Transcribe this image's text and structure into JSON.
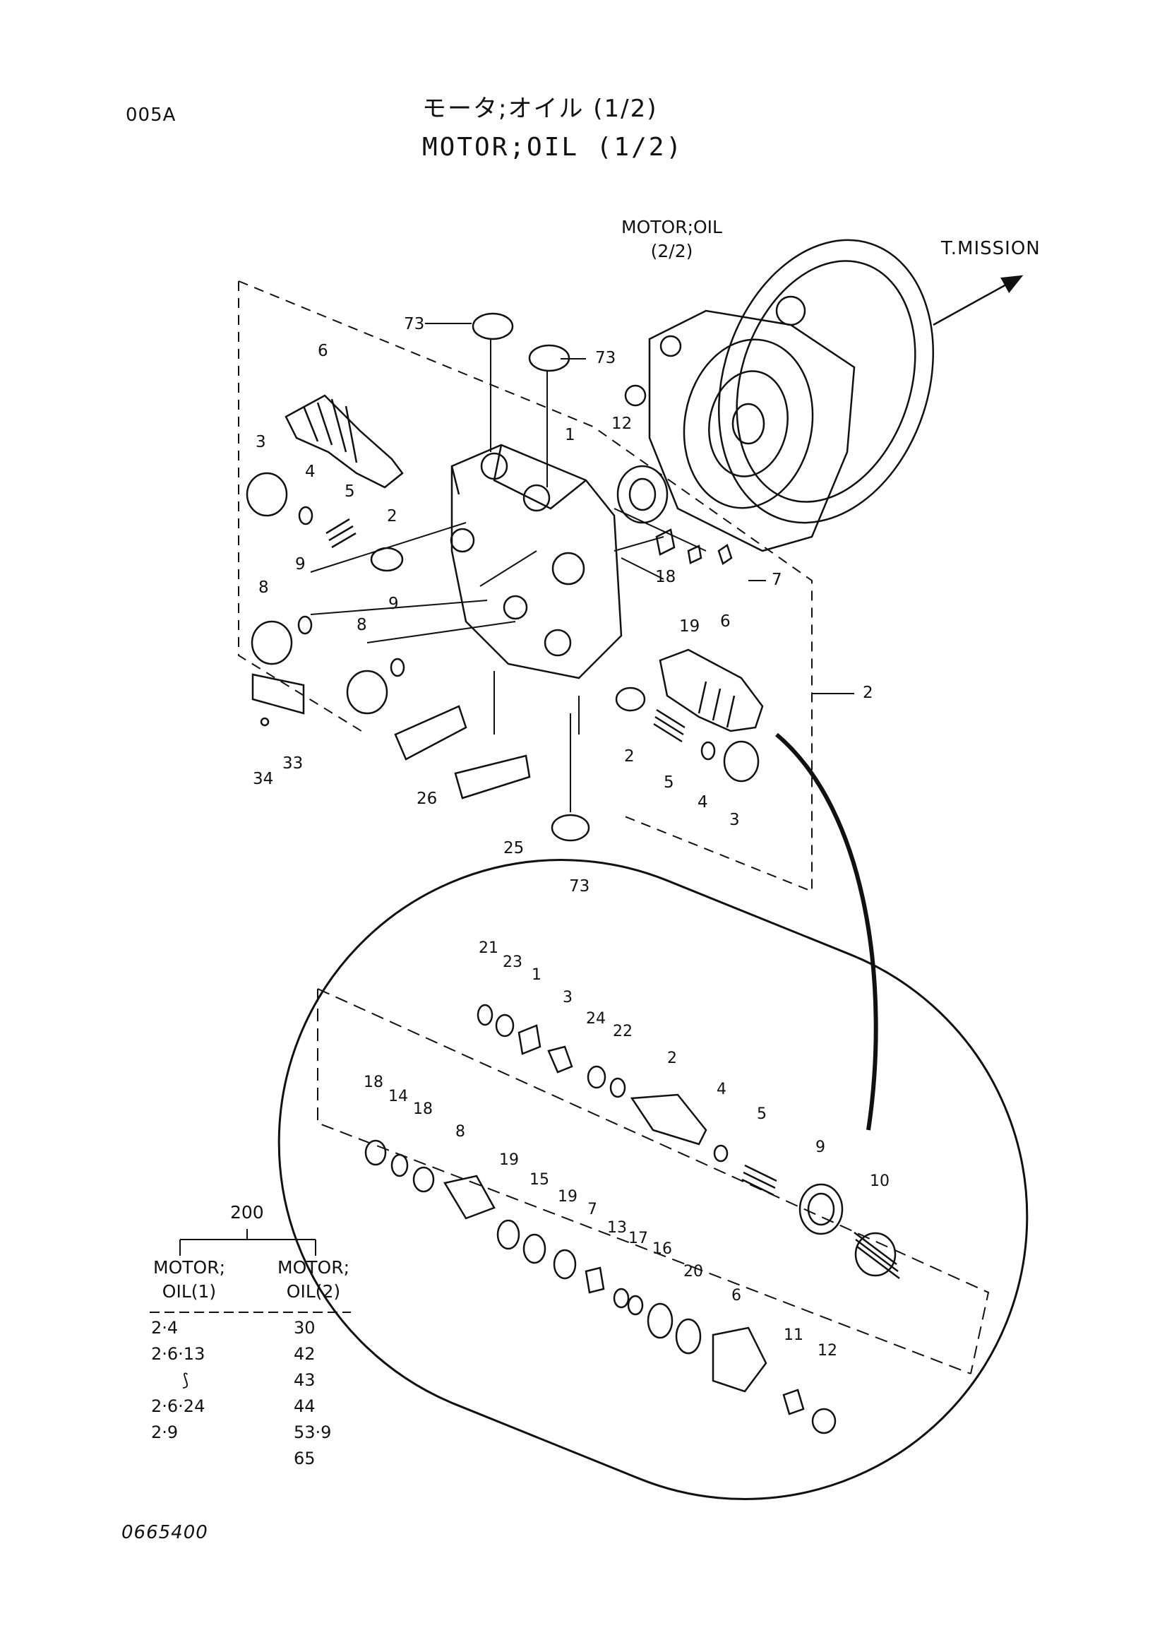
{
  "header": {
    "code": "005A",
    "title_jp": "モータ;オイル (1/2)",
    "title_en": "MOTOR;OIL (1/2)"
  },
  "ref_label": {
    "line1": "MOTOR;OIL",
    "line2": "(2/2)"
  },
  "direction_label": "T.MISSION",
  "main_callouts": [
    "73",
    "73",
    "6",
    "3",
    "4",
    "5",
    "2",
    "1",
    "12",
    "18",
    "19",
    "7",
    "9",
    "8",
    "8",
    "9",
    "6",
    "2",
    "5",
    "4",
    "3",
    "2",
    "34",
    "33",
    "26",
    "25",
    "73"
  ],
  "detail_callouts": [
    "21",
    "23",
    "1",
    "3",
    "24",
    "22",
    "2",
    "4",
    "5",
    "9",
    "10",
    "18",
    "14",
    "18",
    "8",
    "19",
    "15",
    "19",
    "7",
    "13",
    "17",
    "16",
    "20",
    "6",
    "11",
    "12"
  ],
  "parts_table": {
    "group": "200",
    "col1_header": [
      "MOTOR;",
      "OIL(1)"
    ],
    "col2_header": [
      "MOTOR;",
      "OIL(2)"
    ],
    "rows": [
      [
        "2·4",
        "30"
      ],
      [
        "2·6·13",
        "42"
      ],
      [
        "⟆",
        "43"
      ],
      [
        "2·6·24",
        "44"
      ],
      [
        "2·9",
        "53·9"
      ],
      [
        "",
        "65"
      ]
    ]
  },
  "footer_code": "0665400"
}
